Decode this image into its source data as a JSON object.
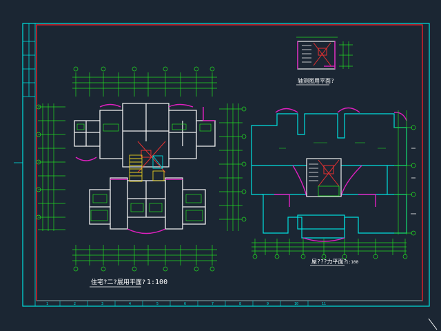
{
  "colors": {
    "background": "#1b2633",
    "frame": "#00e0e0",
    "border_red": "#e8202a",
    "dim_green": "#22dd22",
    "wall_white": "#f0f0f0",
    "magenta": "#e020c0",
    "axis_red": "#e83030",
    "label_white": "#ffffff"
  },
  "titles": {
    "left_plan_title": "住宅?二?层用平面?",
    "left_plan_scale": "1:100",
    "right_plan_title": "屋???力平面?",
    "right_plan_scale": "1:100",
    "detail_title": "轴测图用平面?"
  },
  "bottom_grid_labels": [
    "1",
    "2",
    "3",
    "4",
    "5",
    "6",
    "7",
    "8",
    "9",
    "10",
    "11"
  ]
}
